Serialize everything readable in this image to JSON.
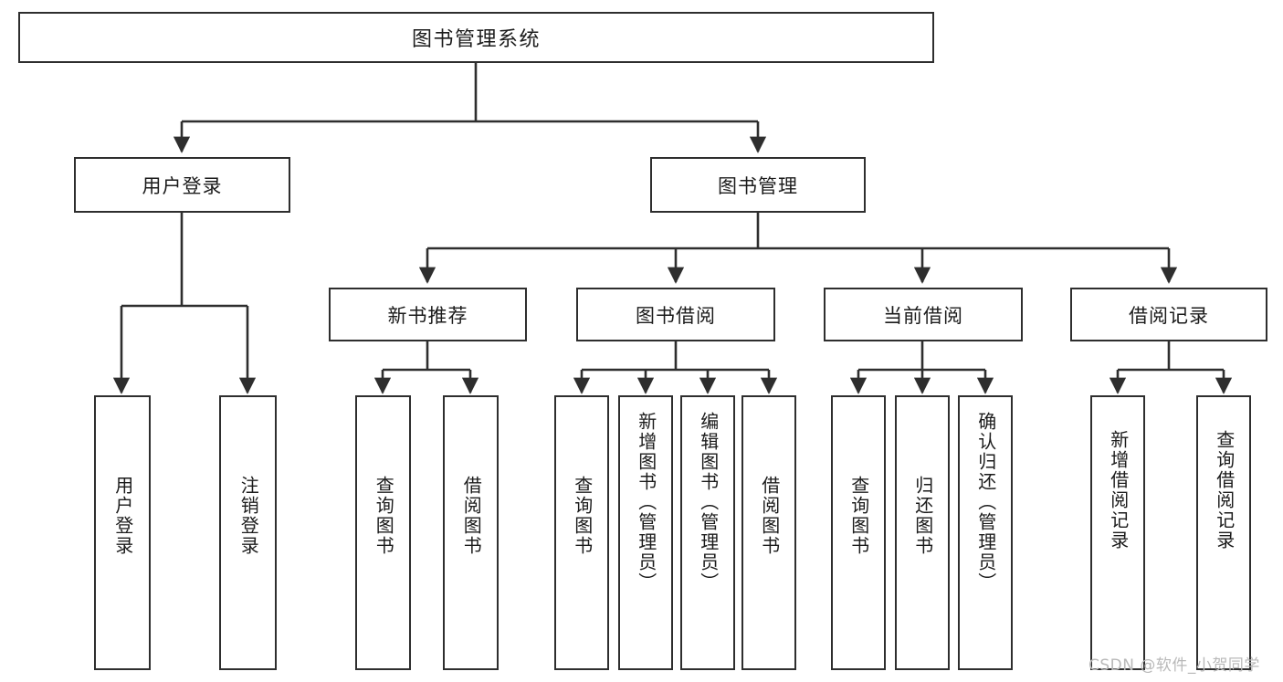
{
  "diagram": {
    "type": "tree-hierarchy-flowchart",
    "title": "图书管理系统",
    "root": {
      "id": "root",
      "label": "图书管理系统"
    },
    "level1": [
      {
        "id": "user-login",
        "label": "用户登录"
      },
      {
        "id": "book-management",
        "label": "图书管理"
      }
    ],
    "level2": [
      {
        "id": "new-book-recommend",
        "label": "新书推荐",
        "parent": "book-management"
      },
      {
        "id": "book-borrow",
        "label": "图书借阅",
        "parent": "book-management"
      },
      {
        "id": "current-borrow",
        "label": "当前借阅",
        "parent": "book-management"
      },
      {
        "id": "borrow-record",
        "label": "借阅记录",
        "parent": "book-management"
      }
    ],
    "leaves": [
      {
        "id": "leaf-user-login",
        "label": "用户登录",
        "parent": "user-login"
      },
      {
        "id": "leaf-logout-login",
        "label": "注销登录",
        "parent": "user-login"
      },
      {
        "id": "leaf-query-book-1",
        "label": "查询图书",
        "parent": "new-book-recommend"
      },
      {
        "id": "leaf-borrow-book-1",
        "label": "借阅图书",
        "parent": "new-book-recommend"
      },
      {
        "id": "leaf-query-book-2",
        "label": "查询图书",
        "parent": "book-borrow"
      },
      {
        "id": "leaf-add-book",
        "label": "新增图书（管理员）",
        "parent": "book-borrow"
      },
      {
        "id": "leaf-edit-book",
        "label": "编辑图书（管理员）",
        "parent": "book-borrow"
      },
      {
        "id": "leaf-borrow-book-2",
        "label": "借阅图书",
        "parent": "book-borrow"
      },
      {
        "id": "leaf-query-book-3",
        "label": "查询图书",
        "parent": "current-borrow"
      },
      {
        "id": "leaf-return-book",
        "label": "归还图书",
        "parent": "current-borrow"
      },
      {
        "id": "leaf-confirm-return",
        "label": "确认归还（管理员）",
        "parent": "current-borrow"
      },
      {
        "id": "leaf-add-record",
        "label": "新增借阅记录",
        "parent": "borrow-record"
      },
      {
        "id": "leaf-query-record",
        "label": "查询借阅记录",
        "parent": "borrow-record"
      }
    ],
    "watermark": "CSDN @软件_小贺同学",
    "colors": {
      "stroke": "#2e2e2e",
      "fill": "#ffffff",
      "text": "#1b1b1b",
      "watermark": "#b9b9b9"
    }
  }
}
